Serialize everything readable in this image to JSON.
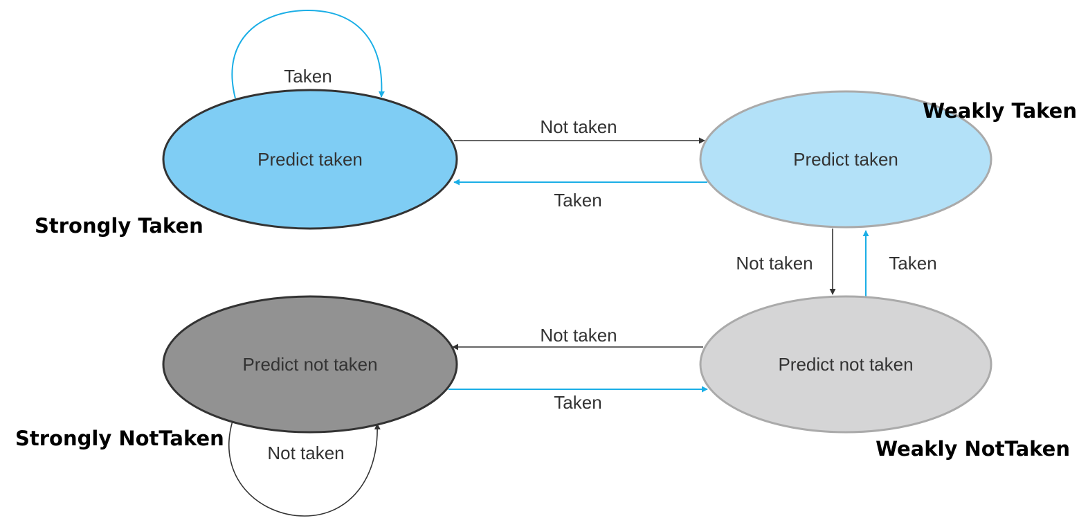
{
  "colors": {
    "strong_taken_fill": "#7fcdf4",
    "weak_taken_fill": "#b3e1f8",
    "strong_not_taken_fill": "#929292",
    "weak_not_taken_fill": "#d5d5d6",
    "dark_stroke": "#333333",
    "light_stroke": "#aaaaaa",
    "taken_arrow": "#1aaee6",
    "not_taken_arrow": "#333333"
  },
  "states": {
    "strongly_taken": {
      "text": "Predict taken",
      "tag": "Strongly Taken"
    },
    "weakly_taken": {
      "text": "Predict taken",
      "tag": "Weakly Taken"
    },
    "strongly_not_taken": {
      "text": "Predict not taken",
      "tag": "Strongly NotTaken"
    },
    "weakly_not_taken": {
      "text": "Predict not taken",
      "tag": "Weakly NotTaken"
    }
  },
  "edges": {
    "st_self": "Taken",
    "st_to_wt": "Not taken",
    "wt_to_st": "Taken",
    "wt_to_wnt": "Not taken",
    "wnt_to_wt": "Taken",
    "wnt_to_snt": "Not taken",
    "snt_to_wnt": "Taken",
    "snt_self": "Not taken"
  }
}
